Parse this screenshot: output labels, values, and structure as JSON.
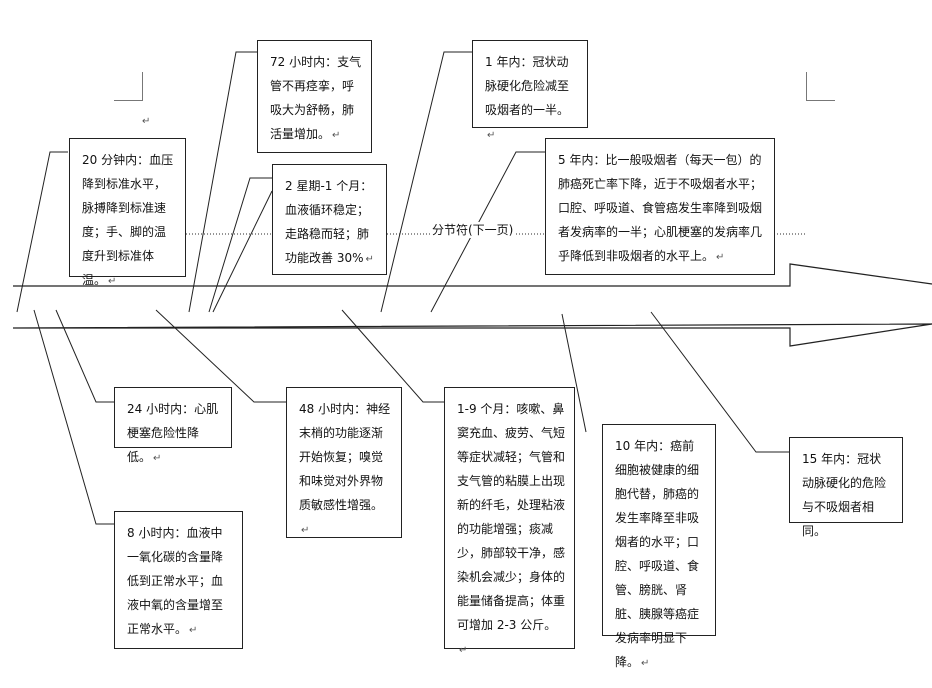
{
  "section_break": {
    "label": "分节符(下一页)"
  },
  "page_marks": {
    "paragraph": "↵"
  },
  "timeline": {
    "above": [
      {
        "id": "20min",
        "text": "20 分钟内：血压降到标准水平，脉搏降到标准速度；手、脚的温度升到标准体温。"
      },
      {
        "id": "72h",
        "text": "72 小时内：支气管不再痉挛，呼吸大为舒畅，肺活量增加。"
      },
      {
        "id": "2wk",
        "text": "2 星期-1 个月：血液循环稳定；走路稳而轻；肺功能改善 30%"
      },
      {
        "id": "1yr",
        "text": "1 年内：冠状动脉硬化危险减至吸烟者的一半。"
      },
      {
        "id": "5yr",
        "text": "5 年内：比一般吸烟者（每天一包）的肺癌死亡率下降，近于不吸烟者水平；口腔、呼吸道、食管癌发生率降到吸烟者发病率的一半；心肌梗塞的发病率几乎降低到非吸烟者的水平上。"
      }
    ],
    "below": [
      {
        "id": "24h",
        "text": "24 小时内：心肌梗塞危险性降低。"
      },
      {
        "id": "8h",
        "text": "8 小时内：血液中一氧化碳的含量降低到正常水平；血液中氧的含量增至正常水平。"
      },
      {
        "id": "48h",
        "text": "48 小时内：神经末梢的功能逐渐开始恢复；嗅觉和味觉对外界物质敏感性增强。"
      },
      {
        "id": "1-9m",
        "text": "1-9 个月：咳嗽、鼻窦充血、疲劳、气短等症状减轻；气管和支气管的粘膜上出现新的纤毛，处理粘液的功能增强；痰减少，肺部较干净，感染机会减少；身体的能量储备提高；体重可增加 2-3 公斤。"
      },
      {
        "id": "10yr",
        "text": "10 年内：癌前细胞被健康的细胞代替，肺癌的发生率降至非吸烟者的水平；口腔、呼吸道、食管、膀胱、肾脏、胰腺等癌症发病率明显下降。"
      },
      {
        "id": "15yr",
        "text": "15 年内：冠状动脉硬化的危险与不吸烟者相同。"
      }
    ]
  }
}
